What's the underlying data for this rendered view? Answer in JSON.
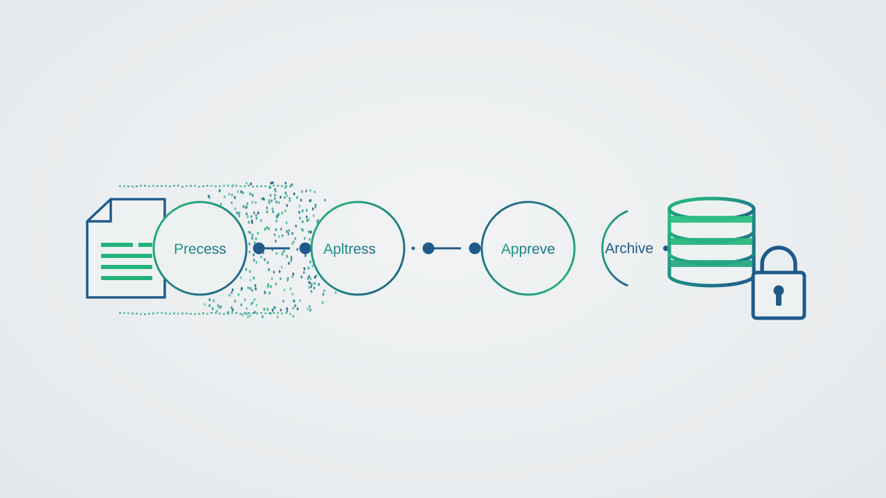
{
  "colors": {
    "background": "#eceef0",
    "navy": "#1f5a8a",
    "green": "#22b07b",
    "teal": "#1b8f8a"
  },
  "icons": {
    "source": "document-icon",
    "storage": "database-icon",
    "security": "padlock-icon"
  },
  "stages": [
    {
      "label": "Precess"
    },
    {
      "label": "Apltress"
    },
    {
      "label": "Appreve"
    },
    {
      "label": "Archive"
    }
  ]
}
